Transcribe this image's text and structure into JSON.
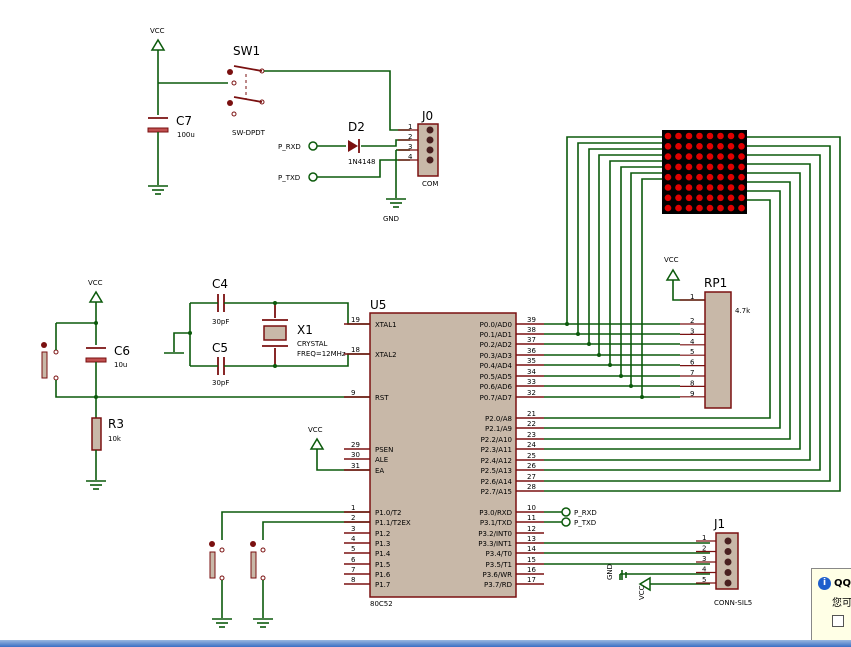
{
  "schematic": {
    "labels": {
      "vcc": "VCC",
      "gnd": "GND",
      "sw1": "SW1",
      "sw1_type": "SW-DPDT",
      "c7": "C7",
      "c7_val": "100u",
      "d2": "D2",
      "d2_val": "1N4148",
      "j0": "J0",
      "j0_type": "COM",
      "p_rxd": "P_RXD",
      "p_txd": "P_TXD",
      "c4": "C4",
      "c4_val": "30pF",
      "c5": "C5",
      "c5_val": "30pF",
      "x1": "X1",
      "x1_type": "CRYSTAL",
      "x1_freq": "FREQ=12MHz",
      "c6": "C6",
      "c6_val": "10u",
      "r3": "R3",
      "r3_val": "10k",
      "u5": "U5",
      "u5_type": "80C52",
      "rp1": "RP1",
      "rp1_val": "4.7k",
      "j1": "J1",
      "j1_type": "CONN-SIL5"
    },
    "u5_left_pins": [
      {
        "num": "19",
        "name": "XTAL1"
      },
      {
        "num": "18",
        "name": "XTAL2"
      },
      {
        "num": "9",
        "name": "RST"
      },
      {
        "num": "29",
        "name": "PSEN"
      },
      {
        "num": "30",
        "name": "ALE"
      },
      {
        "num": "31",
        "name": "EA"
      },
      {
        "num": "1",
        "name": "P1.0/T2"
      },
      {
        "num": "2",
        "name": "P1.1/T2EX"
      },
      {
        "num": "3",
        "name": "P1.2"
      },
      {
        "num": "4",
        "name": "P1.3"
      },
      {
        "num": "5",
        "name": "P1.4"
      },
      {
        "num": "6",
        "name": "P1.5"
      },
      {
        "num": "7",
        "name": "P1.6"
      },
      {
        "num": "8",
        "name": "P1.7"
      }
    ],
    "u5_right_pins": [
      {
        "num": "39",
        "name": "P0.0/AD0"
      },
      {
        "num": "38",
        "name": "P0.1/AD1"
      },
      {
        "num": "37",
        "name": "P0.2/AD2"
      },
      {
        "num": "36",
        "name": "P0.3/AD3"
      },
      {
        "num": "35",
        "name": "P0.4/AD4"
      },
      {
        "num": "34",
        "name": "P0.5/AD5"
      },
      {
        "num": "33",
        "name": "P0.6/AD6"
      },
      {
        "num": "32",
        "name": "P0.7/AD7"
      },
      {
        "num": "21",
        "name": "P2.0/A8"
      },
      {
        "num": "22",
        "name": "P2.1/A9"
      },
      {
        "num": "23",
        "name": "P2.2/A10"
      },
      {
        "num": "24",
        "name": "P2.3/A11"
      },
      {
        "num": "25",
        "name": "P2.4/A12"
      },
      {
        "num": "26",
        "name": "P2.5/A13"
      },
      {
        "num": "27",
        "name": "P2.6/A14"
      },
      {
        "num": "28",
        "name": "P2.7/A15"
      },
      {
        "num": "10",
        "name": "P3.0/RXD"
      },
      {
        "num": "11",
        "name": "P3.1/TXD"
      },
      {
        "num": "12",
        "name": "P3.2/INT0"
      },
      {
        "num": "13",
        "name": "P3.3/INT1"
      },
      {
        "num": "14",
        "name": "P3.4/T0"
      },
      {
        "num": "15",
        "name": "P3.5/T1"
      },
      {
        "num": "16",
        "name": "P3.6/WR"
      },
      {
        "num": "17",
        "name": "P3.7/RD"
      }
    ],
    "j0_pins": [
      "1",
      "2",
      "3",
      "4"
    ],
    "rp1_pins": [
      "1",
      "2",
      "3",
      "4",
      "5",
      "6",
      "7",
      "8",
      "9"
    ],
    "j1_pins": [
      "1",
      "2",
      "3",
      "4",
      "5"
    ]
  },
  "popup": {
    "line1": "QQ",
    "line2": "您可"
  },
  "colors": {
    "wire": "#0b5a0b",
    "part": "#7a1010",
    "led_on": "#e00000",
    "ic_body": "#c8b8a8"
  }
}
